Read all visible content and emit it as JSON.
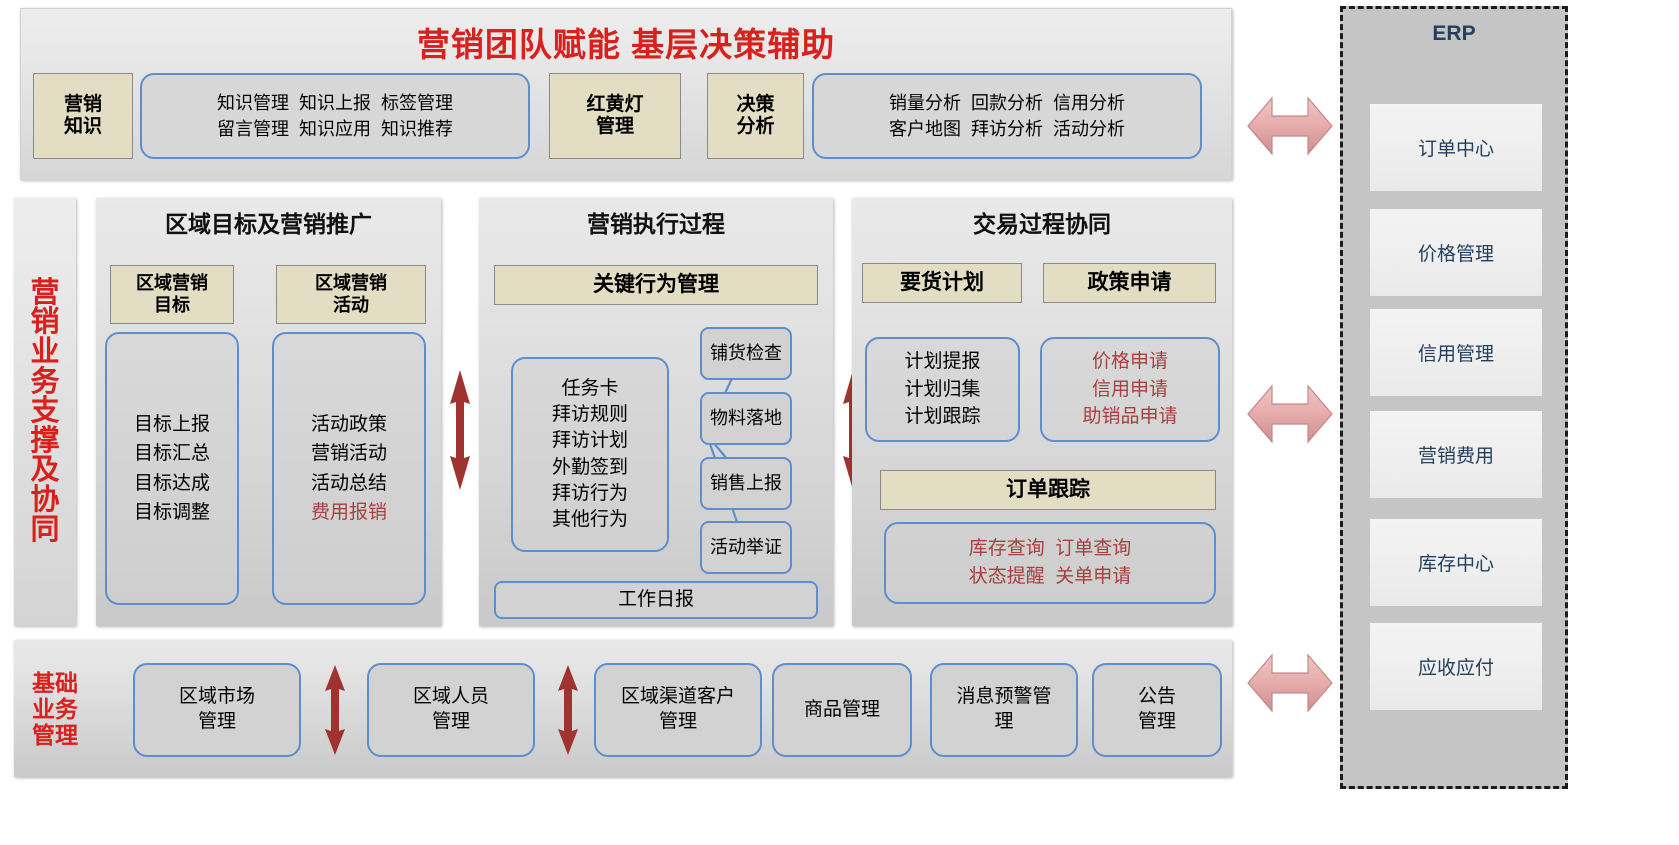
{
  "header": {
    "title": "营销团队赋能  基层决策辅助",
    "blocks": [
      {
        "label": "营销\n知识",
        "items_lines": [
          "知识管理  知识上报  标签管理",
          "留言管理  知识应用  知识推荐"
        ]
      },
      {
        "label": "红黄灯\n管理",
        "items_lines": []
      },
      {
        "label": "决策\n分析",
        "items_lines": [
          "销量分析  回款分析  信用分析",
          "客户地图  拜访分析  活动分析"
        ]
      }
    ]
  },
  "side_label_middle": "营销业务支撑及协同",
  "side_label_bottom": "基础业务管理",
  "middle_row": {
    "col1": {
      "title": "区域目标及营销推广",
      "groups": [
        {
          "head": "区域营销\n目标",
          "items": [
            "目标上报",
            "目标汇总",
            "目标达成",
            "目标调整"
          ],
          "red_items": []
        },
        {
          "head": "区域营销\n活动",
          "items": [
            "活动政策",
            "营销活动",
            "活动总结"
          ],
          "red_items": [
            "费用报销"
          ]
        }
      ]
    },
    "col2": {
      "title": "营销执行过程",
      "head": "关键行为管理",
      "main_items": [
        "任务卡",
        "拜访规则",
        "拜访计划",
        "外勤签到",
        "拜访行为",
        "其他行为"
      ],
      "branches": [
        "铺货检查",
        "物料落地",
        "销售上报",
        "活动举证"
      ],
      "footer": "工作日报"
    },
    "col3": {
      "title": "交易过程协同",
      "head_left": "要货计划",
      "head_right": "政策申请",
      "left_items": [
        "计划提报",
        "计划归集",
        "计划跟踪"
      ],
      "right_items_red": [
        "价格申请",
        "信用申请",
        "助销品申请"
      ],
      "head_bottom": "订单跟踪",
      "bottom_items_red": [
        "库存查询  订单查询",
        "状态提醒  关单申请"
      ]
    }
  },
  "bottom_row": {
    "items": [
      "区域市场\n管理",
      "区域人员\n管理",
      "区域渠道客户\n管理",
      "商品管理",
      "消息预警管\n理",
      "公告\n管理"
    ],
    "arrow_after": [
      0,
      1
    ]
  },
  "erp": {
    "title": "ERP",
    "items": [
      "订单中心",
      "价格管理",
      "信用管理",
      "营销费用",
      "库存中心",
      "应收应付"
    ]
  },
  "icons": {
    "arrow_vertical": "double-arrow-vertical-icon",
    "arrow_horizontal": "double-arrow-horizontal-icon"
  },
  "colors": {
    "title_red": "#d9201c",
    "khaki": "#e3ddc4",
    "blue_border": "#5b8fd0",
    "dark_red_arrow": "#9e3330",
    "pink_arrow": "#e3a6a6",
    "erp_text": "#24405e"
  }
}
